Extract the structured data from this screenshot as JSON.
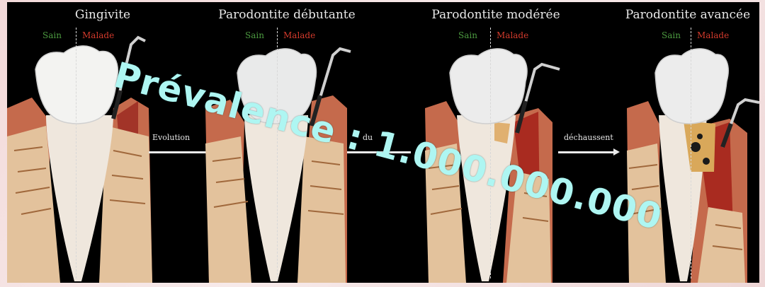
{
  "stages": [
    {
      "title": "Gingivite",
      "sain": "Sain",
      "malade": "Malade",
      "severity": 0
    },
    {
      "title": "Parodontite débutante",
      "sain": "Sain",
      "malade": "Malade",
      "severity": 1
    },
    {
      "title": "Parodontite modérée",
      "sain": "Sain",
      "malade": "Malade",
      "severity": 2
    },
    {
      "title": "Parodontite avancée",
      "sain": "Sain",
      "malade": "Malade",
      "severity": 3
    }
  ],
  "arrows": [
    {
      "label": "Evolution"
    },
    {
      "label": "du"
    },
    {
      "label": "déchaussent"
    }
  ],
  "overlay_text": "Prévalence : 1.000.000.000",
  "colors": {
    "healthy_label": "#4c9a40",
    "disease_label": "#d33a2c",
    "overlay": "#aef6f2",
    "gum": "#c86a4c",
    "bone": "#e6c7a0",
    "enamel": "#f2f2f2",
    "inflammation": "#a8281e"
  }
}
